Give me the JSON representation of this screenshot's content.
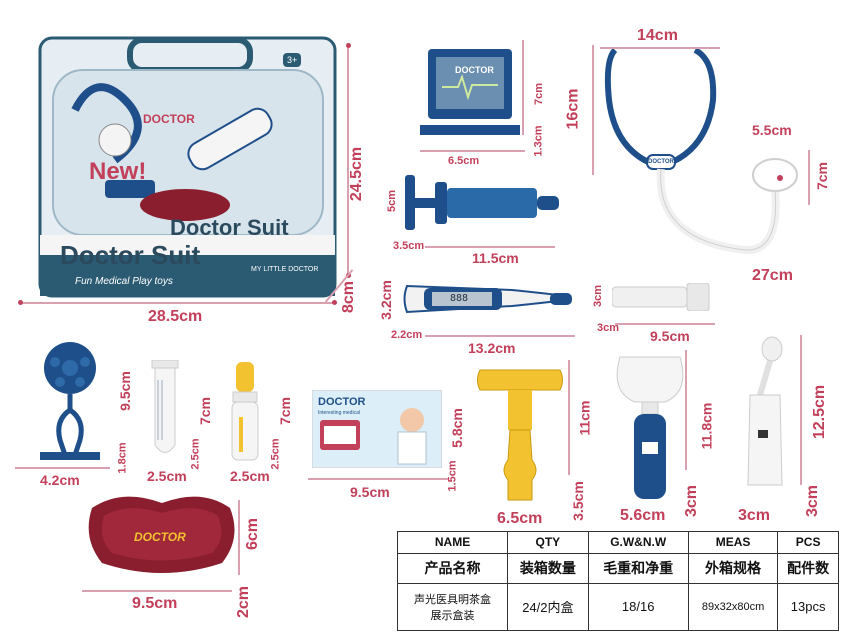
{
  "box": {
    "badge_new": "New!",
    "brand_small": "DOCTOR",
    "title_upper": "Doctor Suit",
    "title_lower": "Doctor Suit",
    "tagline": "Fun Medical Play toys",
    "label_small": "MY LITTLE DOCTOR",
    "age": "3+"
  },
  "dimensions": {
    "box_height": "24.5cm",
    "box_width": "28.5cm",
    "box_depth": "8cm",
    "monitor_h": "7cm",
    "monitor_w": "6.5cm",
    "monitor_d": "1.3cm",
    "syringe_h": "5cm",
    "syringe_w": "11.5cm",
    "syringe_d": "3.5cm",
    "steth_w": "14cm",
    "steth_h": "16cm",
    "steth_head_w": "5.5cm",
    "steth_head_h": "7cm",
    "steth_len": "27cm",
    "thermo_h": "3.2cm",
    "thermo_w": "13.2cm",
    "thermo_d": "2.2cm",
    "torch_h": "3cm",
    "torch_w": "9.5cm",
    "torch_d": "3cm",
    "mirror_h": "9.5cm",
    "mirror_w": "4.2cm",
    "mirror_d": "1.8cm",
    "tube_h": "7cm",
    "tube_w": "2.5cm",
    "tube_d": "2.5cm",
    "bottle_h": "7cm",
    "bottle_w": "2.5cm",
    "bottle_d": "2.5cm",
    "card_h": "5.8cm",
    "card_w": "9.5cm",
    "card_d": "1.5cm",
    "hammer_h": "11cm",
    "hammer_w": "6.5cm",
    "hammer_d": "3.5cm",
    "otoscope_h": "11.8cm",
    "otoscope_w": "5.6cm",
    "otoscope_d": "3cm",
    "spoon_h": "12.5cm",
    "spoon_w": "3cm",
    "spoon_d": "3cm",
    "tray_h": "6cm",
    "tray_w": "9.5cm",
    "tray_d": "2cm"
  },
  "items": {
    "monitor_label": "DOCTOR",
    "steth_label": "DOCTOR",
    "thermo_display": "888",
    "card_title": "DOCTOR",
    "card_sub": "Interesting medical",
    "tray_label": "DOCTOR"
  },
  "spec_table": {
    "headers": [
      "NAME",
      "QTY",
      "G.W&N.W",
      "MEAS",
      "PCS"
    ],
    "headers_cn": [
      "产品名称",
      "装箱数量",
      "毛重和净重",
      "外箱规格",
      "配件数"
    ],
    "row": {
      "name": "声光医具明茶盒展示盒装",
      "name_line1": "声光医具明茶盒",
      "name_line2": "展示盒装",
      "qty": "24/2内盒",
      "weight": "18/16",
      "meas": "89x32x80cm",
      "pcs": "13pcs"
    }
  },
  "colors": {
    "dim_text": "#c2405a",
    "navy": "#1f4f8a",
    "box_teal": "#2b5b73",
    "yellow": "#f2c230",
    "maroon": "#8a1e2e"
  }
}
